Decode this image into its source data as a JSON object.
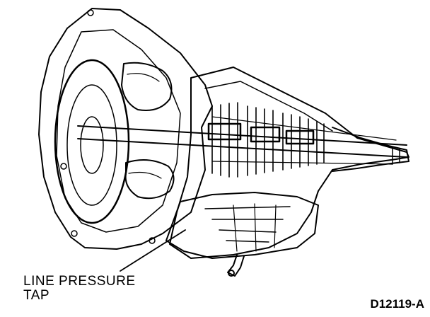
{
  "figure": {
    "callout_line1": "LINE PRESSURE",
    "callout_line2": "TAP",
    "figure_id": "D12119-A"
  },
  "colors": {
    "ink": "#000000",
    "paper": "#ffffff"
  }
}
